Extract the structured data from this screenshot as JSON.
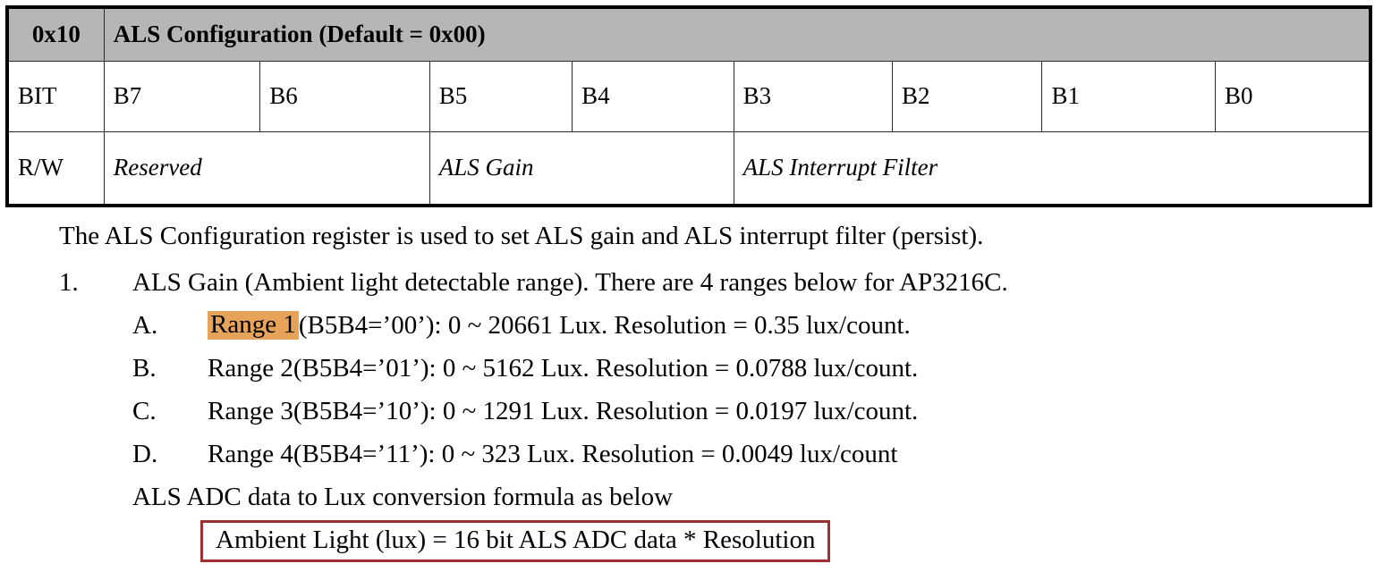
{
  "register_table": {
    "address": "0x10",
    "title": "ALS Configuration (Default = 0x00)",
    "row_labels": {
      "bit": "BIT",
      "rw": "R/W"
    },
    "bits": [
      "B7",
      "B6",
      "B5",
      "B4",
      "B3",
      "B2",
      "B1",
      "B0"
    ],
    "fields": [
      {
        "name": "Reserved",
        "span": 2
      },
      {
        "name": "ALS Gain",
        "span": 2
      },
      {
        "name": "ALS Interrupt Filter",
        "span": 4
      }
    ]
  },
  "body": {
    "intro": "The ALS Configuration register is used to set ALS gain and ALS interrupt filter (persist).",
    "item1": {
      "marker": "1.",
      "text": "ALS Gain (Ambient light detectable range). There are 4 ranges below for AP3216C."
    },
    "ranges": [
      {
        "marker": "A.",
        "label": "Range 1",
        "highlighted": true,
        "rest": " (B5B4=’00’): 0 ~ 20661 Lux. Resolution = 0.35 lux/count."
      },
      {
        "marker": "B.",
        "label": "Range 2",
        "highlighted": false,
        "rest": " (B5B4=’01’): 0 ~ 5162 Lux. Resolution = 0.0788 lux/count."
      },
      {
        "marker": "C.",
        "label": "Range 3",
        "highlighted": false,
        "rest": " (B5B4=’10’): 0 ~ 1291 Lux. Resolution = 0.0197 lux/count."
      },
      {
        "marker": "D.",
        "label": "Range 4",
        "highlighted": false,
        "rest": " (B5B4=’11’): 0 ~ 323 Lux. Resolution = 0.0049 lux/count"
      }
    ],
    "conversion_note": "ALS ADC data to Lux conversion formula as below",
    "formula": "Ambient Light (lux) = 16 bit ALS ADC data * Resolution"
  },
  "colors": {
    "header_gray": "#b6b6b6",
    "highlight": "#e8a35a",
    "formula_border": "#9f2f30",
    "text": "#000000"
  }
}
